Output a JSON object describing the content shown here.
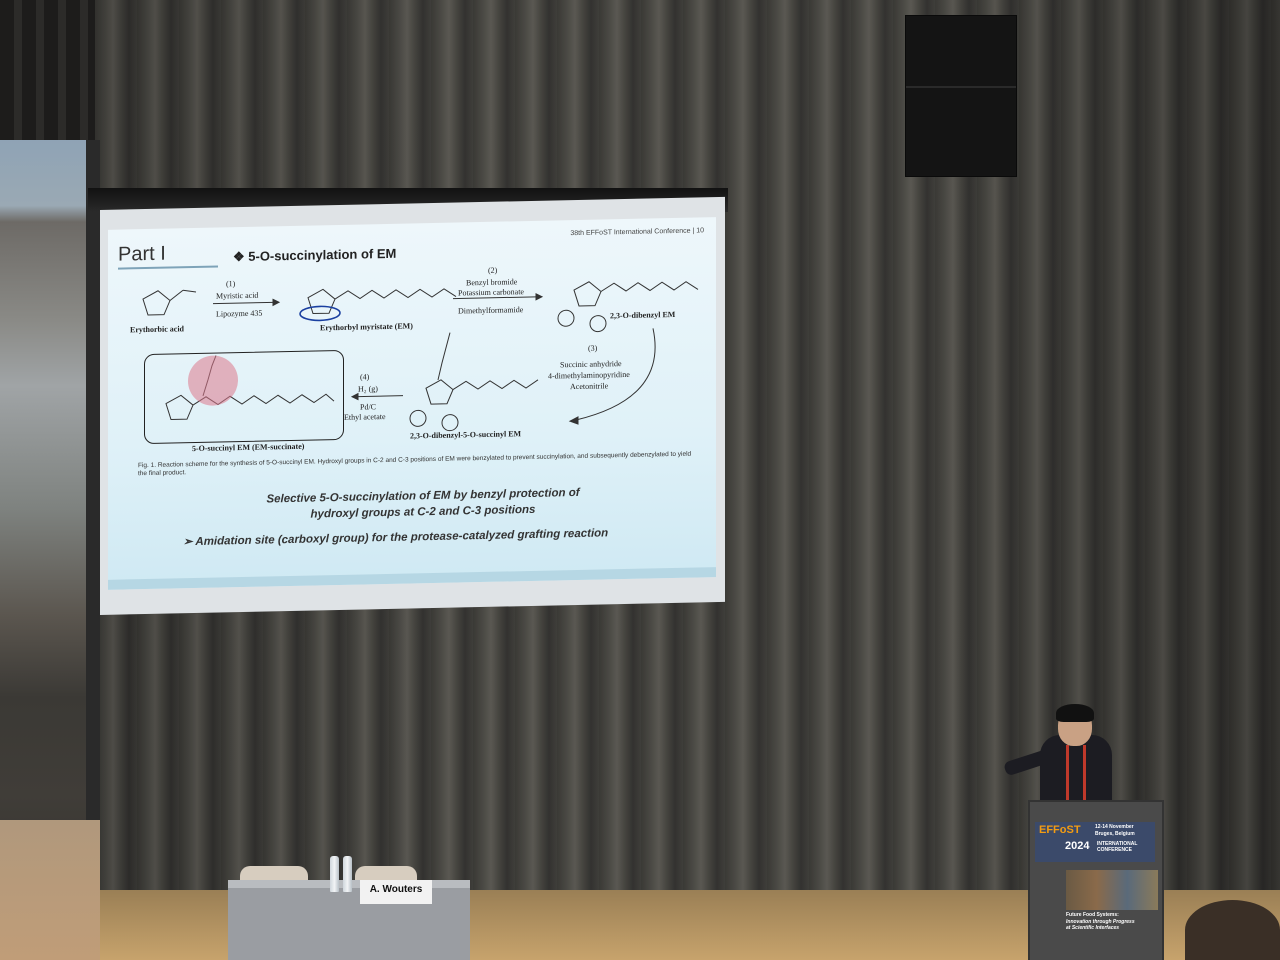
{
  "slide": {
    "part": "Part I",
    "title": "❖ 5-O-succinylation of EM",
    "conference": "38th EFFoST International Conference  |   10",
    "step1": {
      "num": "(1)",
      "reagent": "Myristic acid",
      "catalyst": "Lipozyme 435"
    },
    "step2": {
      "num": "(2)",
      "reagent1": "Benzyl bromide",
      "reagent2": "Potassium carbonate",
      "solvent": "Dimethylformamide"
    },
    "step3": {
      "num": "(3)",
      "reagent1": "Succinic anhydride",
      "reagent2": "4-dimethylaminopyridine",
      "solvent": "Acetonitrile"
    },
    "step4": {
      "num": "(4)",
      "reagent": "H₂ (g)",
      "catalyst": "Pd/C",
      "solvent": "Ethyl acetate"
    },
    "compounds": {
      "c1": "Erythorbic acid",
      "c2": "Erythorbyl myristate (EM)",
      "c3": "2,3-O-dibenzyl EM",
      "c4": "2,3-O-dibenzyl-5-O-succinyl EM",
      "c5": "5-O-succinyl EM (EM-succinate)"
    },
    "caption": "Fig. 1. Reaction scheme for the synthesis of 5-O-succinyl EM. Hydroxyl groups in C-2 and C-3 positions of EM were benzylated to prevent succinylation, and subsequently debenzylated to yield the final product.",
    "main_point_1": "Selective 5-O-succinylation of EM by benzyl protection of",
    "main_point_2": "hydroxyl groups at C-2 and C-3 positions",
    "bullet": "➢  Amidation site (carboxyl group) for the protease-catalyzed grafting reaction"
  },
  "podium": {
    "logo": "EFFoST",
    "year": "2024",
    "sub": "INTERNATIONAL CONFERENCE",
    "dates": "12-14 November",
    "city": "Bruges, Belgium",
    "tagline1": "Future Food Systems:",
    "tagline2": "Innovation through Progress",
    "tagline3": "at Scientific Interfaces"
  },
  "nameplate": "A. Wouters"
}
